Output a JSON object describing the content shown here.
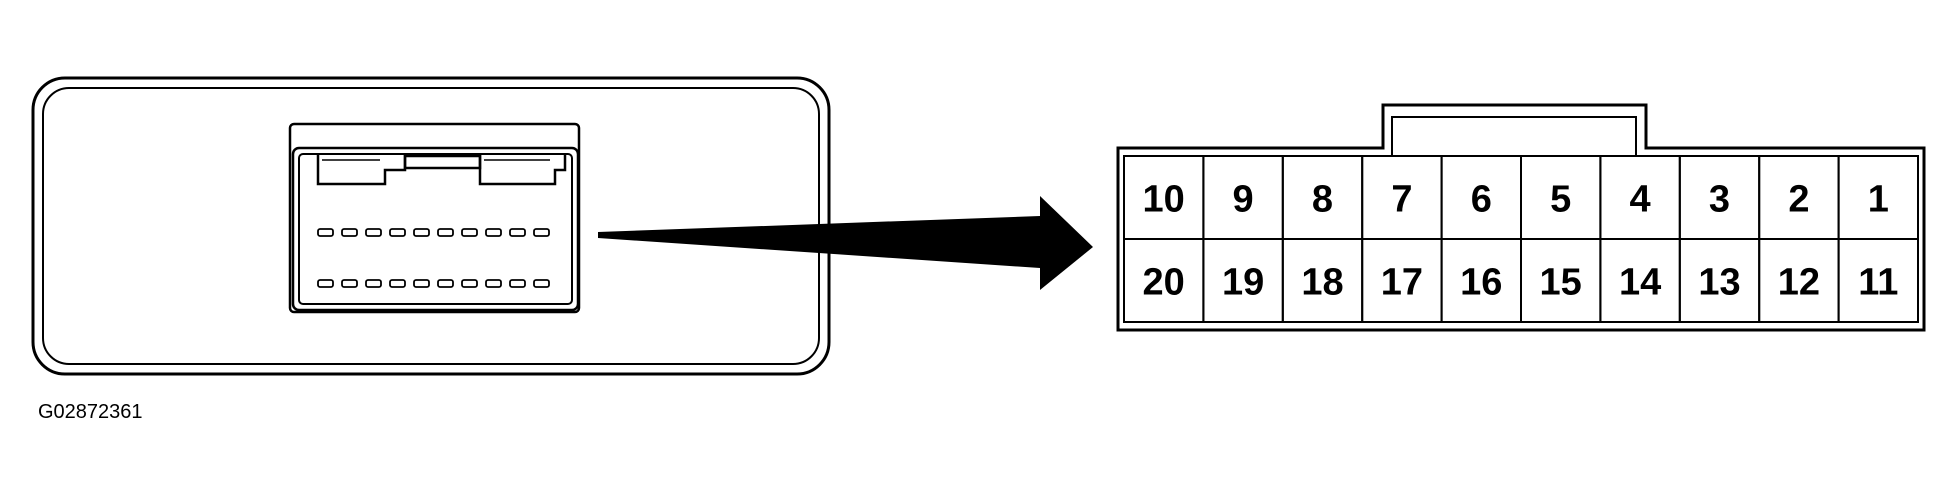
{
  "figure_id": "G02872361",
  "colors": {
    "line": "#000000",
    "background": "#ffffff"
  },
  "connector_face": {
    "top_row_pins": [
      "10",
      "9",
      "8",
      "7",
      "6",
      "5",
      "4",
      "3",
      "2",
      "1"
    ],
    "bottom_row_pins": [
      "20",
      "19",
      "18",
      "17",
      "16",
      "15",
      "14",
      "13",
      "12",
      "11"
    ]
  }
}
